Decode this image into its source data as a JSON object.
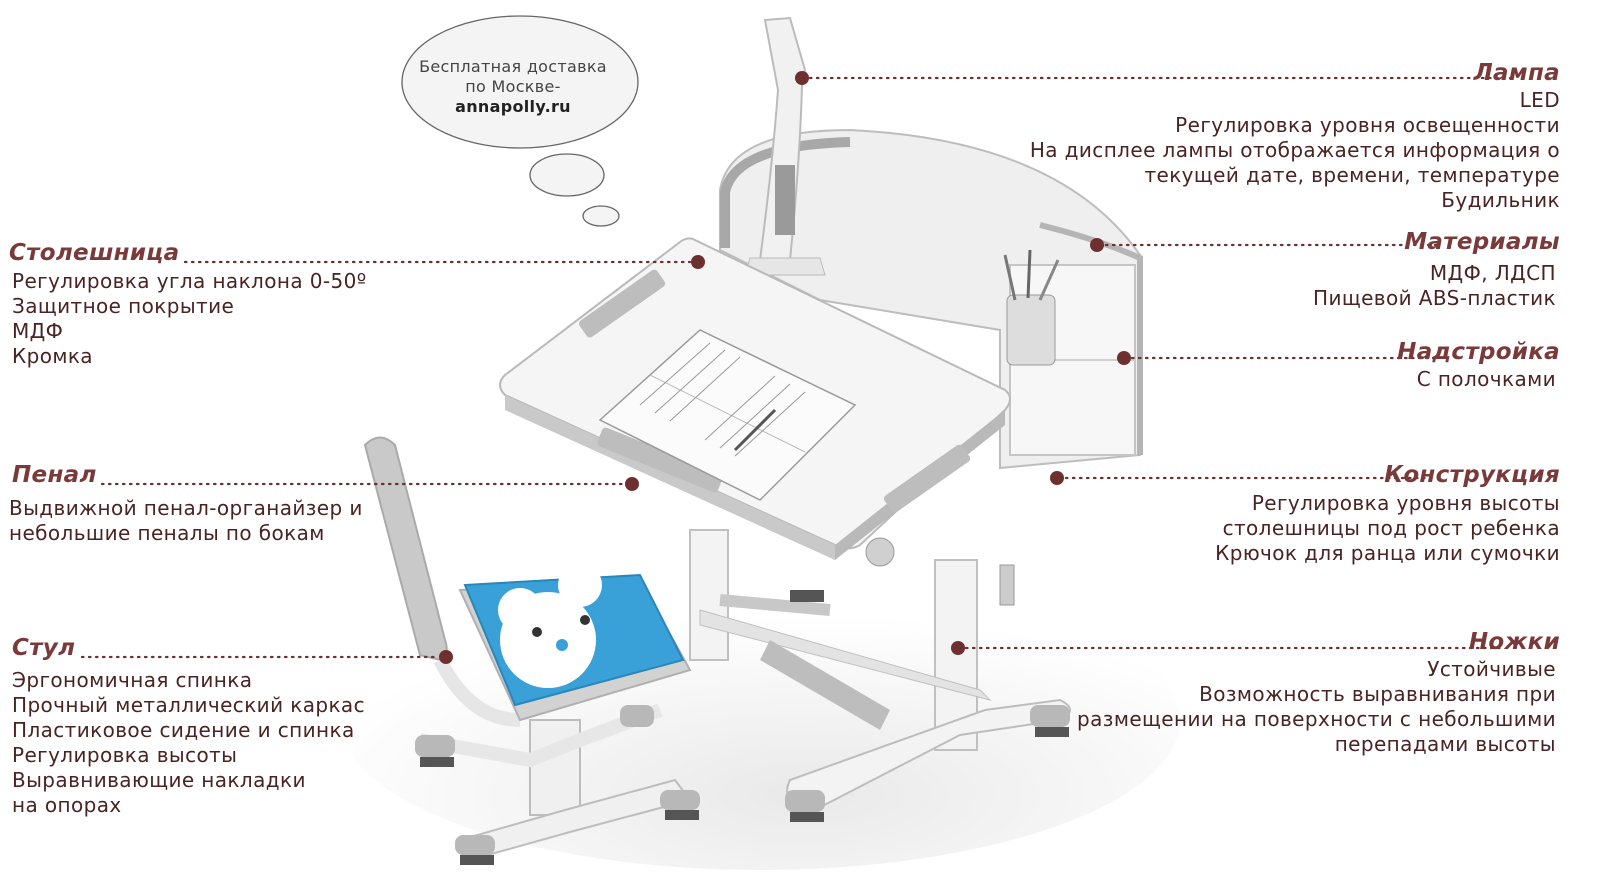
{
  "bubble": {
    "line1": "Бесплатная доставка",
    "line2": "по Москве-",
    "site": "annapolly.ru"
  },
  "callouts": {
    "lamp": {
      "title": "Лампа",
      "lines": [
        "LED",
        "Регулировка уровня освещенности",
        "На дисплее лампы отображается информация о",
        "текущей дате, времени, температуре",
        "Будильник"
      ]
    },
    "materials": {
      "title": "Материалы",
      "lines": [
        "МДФ, ЛДСП",
        "Пищевой ABS-пластик"
      ]
    },
    "superstructure": {
      "title": "Надстройка",
      "lines": [
        "С полочками"
      ]
    },
    "construction": {
      "title": "Конструкция",
      "lines": [
        "Регулировка уровня высоты",
        "столешницы под рост ребенка",
        "Крючок для ранца или сумочки"
      ]
    },
    "legs": {
      "title": "Ножки",
      "lines": [
        "Устойчивые",
        "Возможность выравнивания при",
        "размещении на поверхности с небольшими",
        "перепадами высоты"
      ]
    },
    "tabletop": {
      "title": "Столешница",
      "lines": [
        "Регулировка угла наклона 0-50º",
        "Защитное покрытие",
        "МДФ",
        "Кромка"
      ]
    },
    "pencil_case": {
      "title": "Пенал",
      "lines": [
        "Выдвижной пенал-органайзер и",
        "небольшие пеналы по бокам"
      ]
    },
    "chair": {
      "title": "Стул",
      "lines": [
        "Эргономичная спинка",
        "Прочный металлический каркас",
        "Пластиковое сидение и спинка",
        "Регулировка высоты",
        "Выравнивающие накладки",
        "на опорах"
      ]
    }
  },
  "colors": {
    "title": "#7a3a3a",
    "text": "#4a2323",
    "dot": "#6e2f2f",
    "furniture_gray": "#c8c8c8",
    "seat_blue": "#3aa0d8"
  }
}
